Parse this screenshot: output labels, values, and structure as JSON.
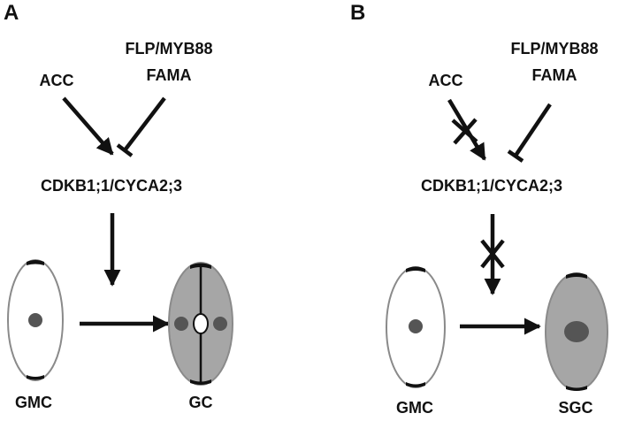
{
  "panels": {
    "a": {
      "letter": "A",
      "input_left": "ACC",
      "input_right_line1": "FLP/MYB88",
      "input_right_line2": "FAMA",
      "complex": "CDKB1;1/CYCA2;3",
      "cell_left": "GMC",
      "cell_right": "GC"
    },
    "b": {
      "letter": "B",
      "input_left": "ACC",
      "input_right_line1": "FLP/MYB88",
      "input_right_line2": "FAMA",
      "complex": "CDKB1;1/CYCA2;3",
      "cell_left": "GMC",
      "cell_right": "SGC"
    }
  },
  "colors": {
    "stroke": "#111111",
    "cell_outline": "#8a8a8a",
    "cell_fill_empty": "#ffffff",
    "cell_fill_gray": "#a6a6a6",
    "nucleus": "#555555"
  }
}
